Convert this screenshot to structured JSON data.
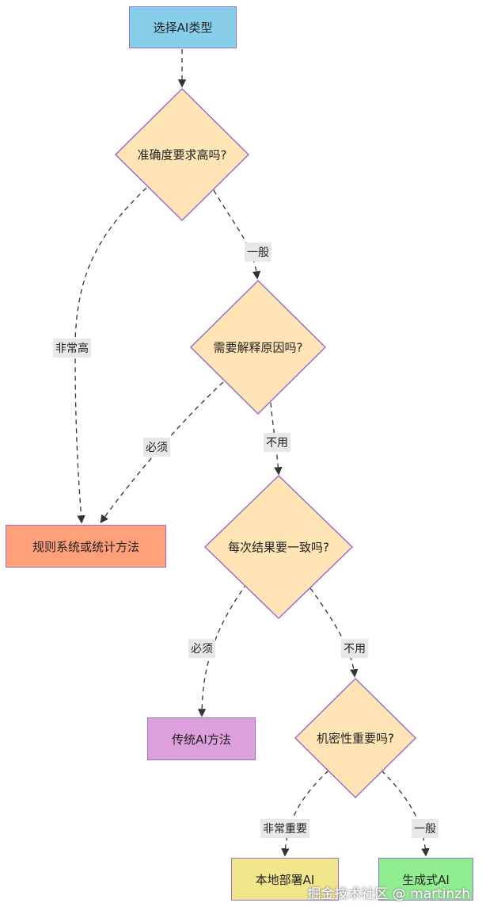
{
  "nodes": {
    "start": "选择AI类型",
    "q_accuracy": "准确度要求高吗?",
    "q_explain": "需要解释原因吗?",
    "q_consistent": "每次结果要一致吗?",
    "q_confidential": "机密性重要吗?",
    "rules": "规则系统或统计方法",
    "traditional": "传统AI方法",
    "local": "本地部署AI",
    "generative": "生成式AI"
  },
  "edges": {
    "normal_1": "一般",
    "very_high": "非常高",
    "must_1": "必须",
    "not_needed_1": "不用",
    "must_2": "必须",
    "not_needed_2": "不用",
    "very_important": "非常重要",
    "normal_2": "一般"
  },
  "colors": {
    "start": "#87ceeb",
    "decision": "#ffe4b5",
    "rules": "#ffa07a",
    "traditional": "#dda0dd",
    "local": "#f0e68c",
    "generative": "#90ee90",
    "border": "#9a6fc9"
  },
  "watermark": "掘金技术社区 @ martinzh"
}
